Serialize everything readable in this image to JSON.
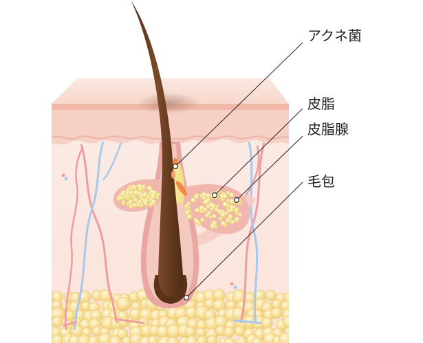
{
  "labels": {
    "acne_bacteria": "アクネ菌",
    "sebum": "皮脂",
    "sebaceous_gland": "皮脂腺",
    "hair_follicle": "毛包"
  },
  "colors": {
    "epidermis": "#f8cfc6",
    "epidermis_surface": "#f6c6b4",
    "dermis": "#fbe6df",
    "fat": "#f6dc8c",
    "sebum": "#f4ea8a",
    "hair": "#6b3e22",
    "follicle": "#e9a6a2",
    "bacteria": "#f08a4b",
    "artery": "#ef9c9c",
    "vein": "#a9c7ec",
    "leader": "#222222"
  }
}
